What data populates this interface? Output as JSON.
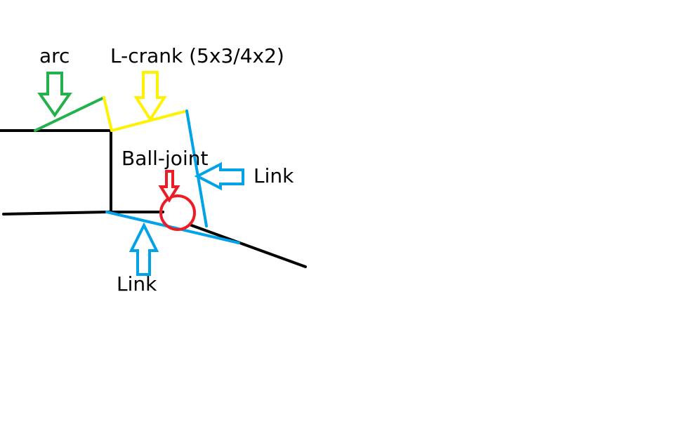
{
  "labels": {
    "arc": "arc",
    "l_crank": "L-crank (5x3/4x2)",
    "ball_joint": "Ball-joint",
    "link_right": "Link",
    "link_bottom": "Link"
  },
  "colors": {
    "structure": "#000000",
    "arc": "#22b14c",
    "l_crank": "#fff200",
    "link": "#00a2e8",
    "ball_joint": "#ed1c24",
    "background": "#ffffff"
  }
}
